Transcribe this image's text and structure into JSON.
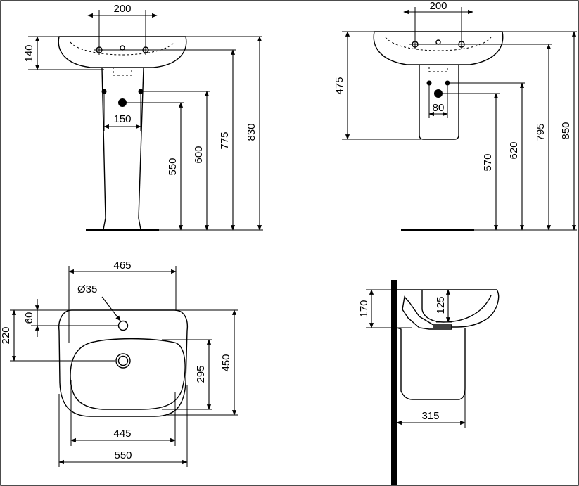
{
  "drawing": {
    "views": [
      "front-pedestal",
      "front-semi-pedestal",
      "plan",
      "side-section"
    ],
    "dimensions": {
      "pedestal": {
        "tap_spacing": "200",
        "basin_depth": "140",
        "fixing_spacing": "150",
        "waste_height": "550",
        "fixing_height": "600",
        "tap_height": "775",
        "overall_height": "830"
      },
      "semi_pedestal": {
        "tap_spacing": "200",
        "rim_to_bottom": "475",
        "fixing_spacing": "80",
        "waste_height": "570",
        "fixing_height": "620",
        "tap_height": "795",
        "overall_height": "850"
      },
      "plan": {
        "bowl_width": "465",
        "tap_hole_diameter": "Ø35",
        "tap_hole_offset": "60",
        "waste_offset": "220",
        "bowl_depth": "295",
        "overall_depth": "450",
        "inner_width": "445",
        "overall_width": "550"
      },
      "side": {
        "front_height": "170",
        "bowl_height": "125",
        "projection": "315"
      }
    }
  }
}
